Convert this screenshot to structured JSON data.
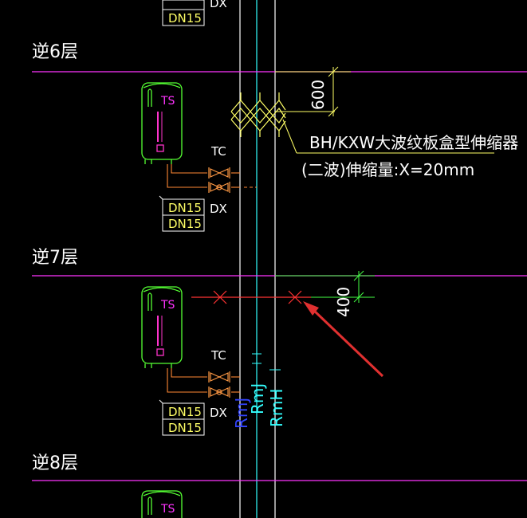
{
  "colors": {
    "background": "#000000",
    "floor_line": "#ff33ff",
    "pipe_white": "#ffffff",
    "pipe_cyan": "#33ffff",
    "pipe_blue": "#3344ff",
    "tank_green": "#55ff33",
    "label_yellow": "#ffff66",
    "branch_orange": "#ff8833",
    "valve_orange": "#ff9944",
    "red_annotation": "#ff3333",
    "dim_green": "#44ff44",
    "tank_magenta": "#ff33cc"
  },
  "floors": [
    {
      "label": "逆6层"
    },
    {
      "label": "逆7层"
    },
    {
      "label": "逆8层"
    }
  ],
  "units": [
    {
      "tank_label": "TS",
      "valve_label": "TC",
      "drain_label": "DX",
      "pipe_labels": [
        "DN15",
        "DN15"
      ]
    },
    {
      "tank_label": "TS",
      "valve_label": "TC",
      "drain_label": "DX",
      "pipe_labels": [
        "DN15",
        "DN15"
      ]
    },
    {
      "tank_label": "TS"
    }
  ],
  "top_pipe_labels": [
    "DN15"
  ],
  "top_drain_label": "DX",
  "dimensions": {
    "upper": "600",
    "lower": "400"
  },
  "note": {
    "line1": "BH/KXW大波纹板盒型伸缩器",
    "line2": "(二波)伸缩量:X=20mm"
  },
  "riser_labels": [
    "RmJ",
    "RmJ",
    "RmH"
  ],
  "icons": [
    "expansion-joint-icon",
    "gate-valve-icon",
    "water-heater-icon",
    "pipe-fixture-x-icon",
    "arrow-icon"
  ]
}
